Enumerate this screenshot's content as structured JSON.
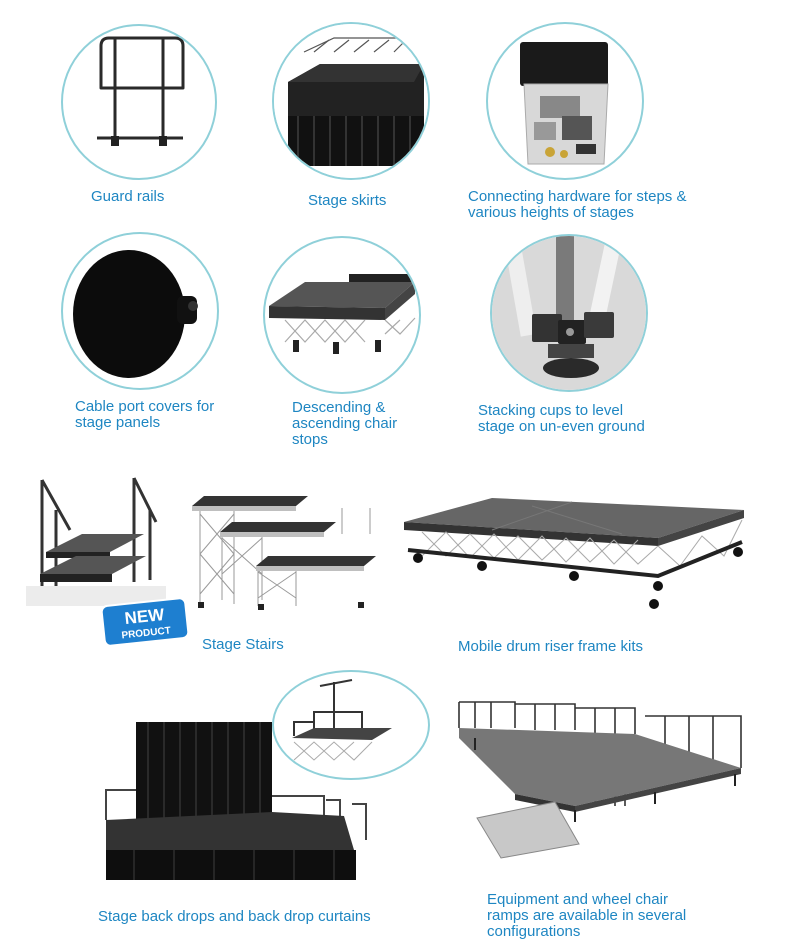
{
  "items": {
    "guard_rails": "Guard rails",
    "stage_skirts": "Stage skirts",
    "connecting_hardware": "Connecting hardware for  steps &\nvarious heights of stages",
    "cable_port_covers": "Cable port covers for\nstage panels",
    "chair_stops": "Descending &\nascending chair\nstops",
    "stacking_cups": "Stacking cups to level\nstage on un-even ground",
    "stage_stairs": "Stage Stairs",
    "drum_riser": "Mobile drum riser frame kits",
    "back_drops": "Stage back drops and back drop curtains",
    "ramps": "Equipment and  wheel chair\nramps are available in several\nconfigurations"
  },
  "badge": {
    "line1": "NEW",
    "line2": "PRODUCT"
  },
  "colors": {
    "caption": "#1e86c2",
    "circle_border": "#8fd0d9",
    "badge": "#1e7fd0"
  }
}
